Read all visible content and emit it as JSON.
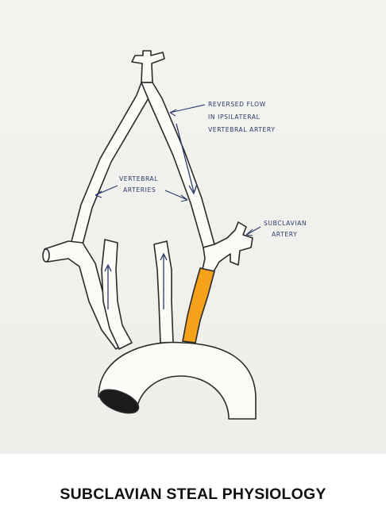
{
  "title": "SUBCLAVIAN STEAL PHYSIOLOGY",
  "annotations": {
    "reversed_flow": [
      "REVERSED FLOW",
      "IN IPSILATERAL",
      "VERTEBRAL ARTERY"
    ],
    "vertebral_arteries": [
      "VERTEBRAL",
      "ARTERIES"
    ],
    "subclavian_artery": [
      "SUBCLAVIAN",
      "ARTERY"
    ]
  },
  "colors": {
    "stenosis_highlight": "#f5a21a",
    "vessel_outline": "#2b2b2b",
    "annotation_ink": "#2a3a6a",
    "aortic_lumen": "#1b1b1b"
  }
}
